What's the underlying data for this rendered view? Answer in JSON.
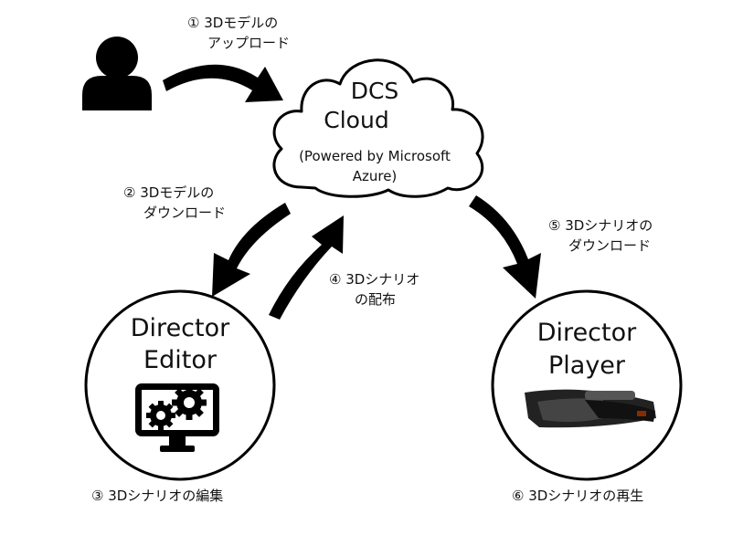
{
  "cloud": {
    "name_line1": "DCS",
    "name_line2": "Cloud",
    "sub_line1": "(Powered by Microsoft",
    "sub_line2": "Azure)"
  },
  "editor": {
    "title_line1": "Director",
    "title_line2": "Editor",
    "icon": "gear-monitor-icon"
  },
  "player": {
    "title_line1": "Director",
    "title_line2": "Player",
    "icon": "headset-icon"
  },
  "user_icon": "person-icon",
  "steps": {
    "s1_line1": "① 3Dモデルの",
    "s1_line2": "アップロード",
    "s2_line1": "② 3Dモデルの",
    "s2_line2": "ダウンロード",
    "s3": "③ 3Dシナリオの編集",
    "s4_line1": "④ 3Dシナリオ",
    "s4_line2": "の配布",
    "s5_line1": "⑤ 3Dシナリオの",
    "s5_line2": "ダウンロード",
    "s6": "⑥ 3Dシナリオの再生"
  }
}
